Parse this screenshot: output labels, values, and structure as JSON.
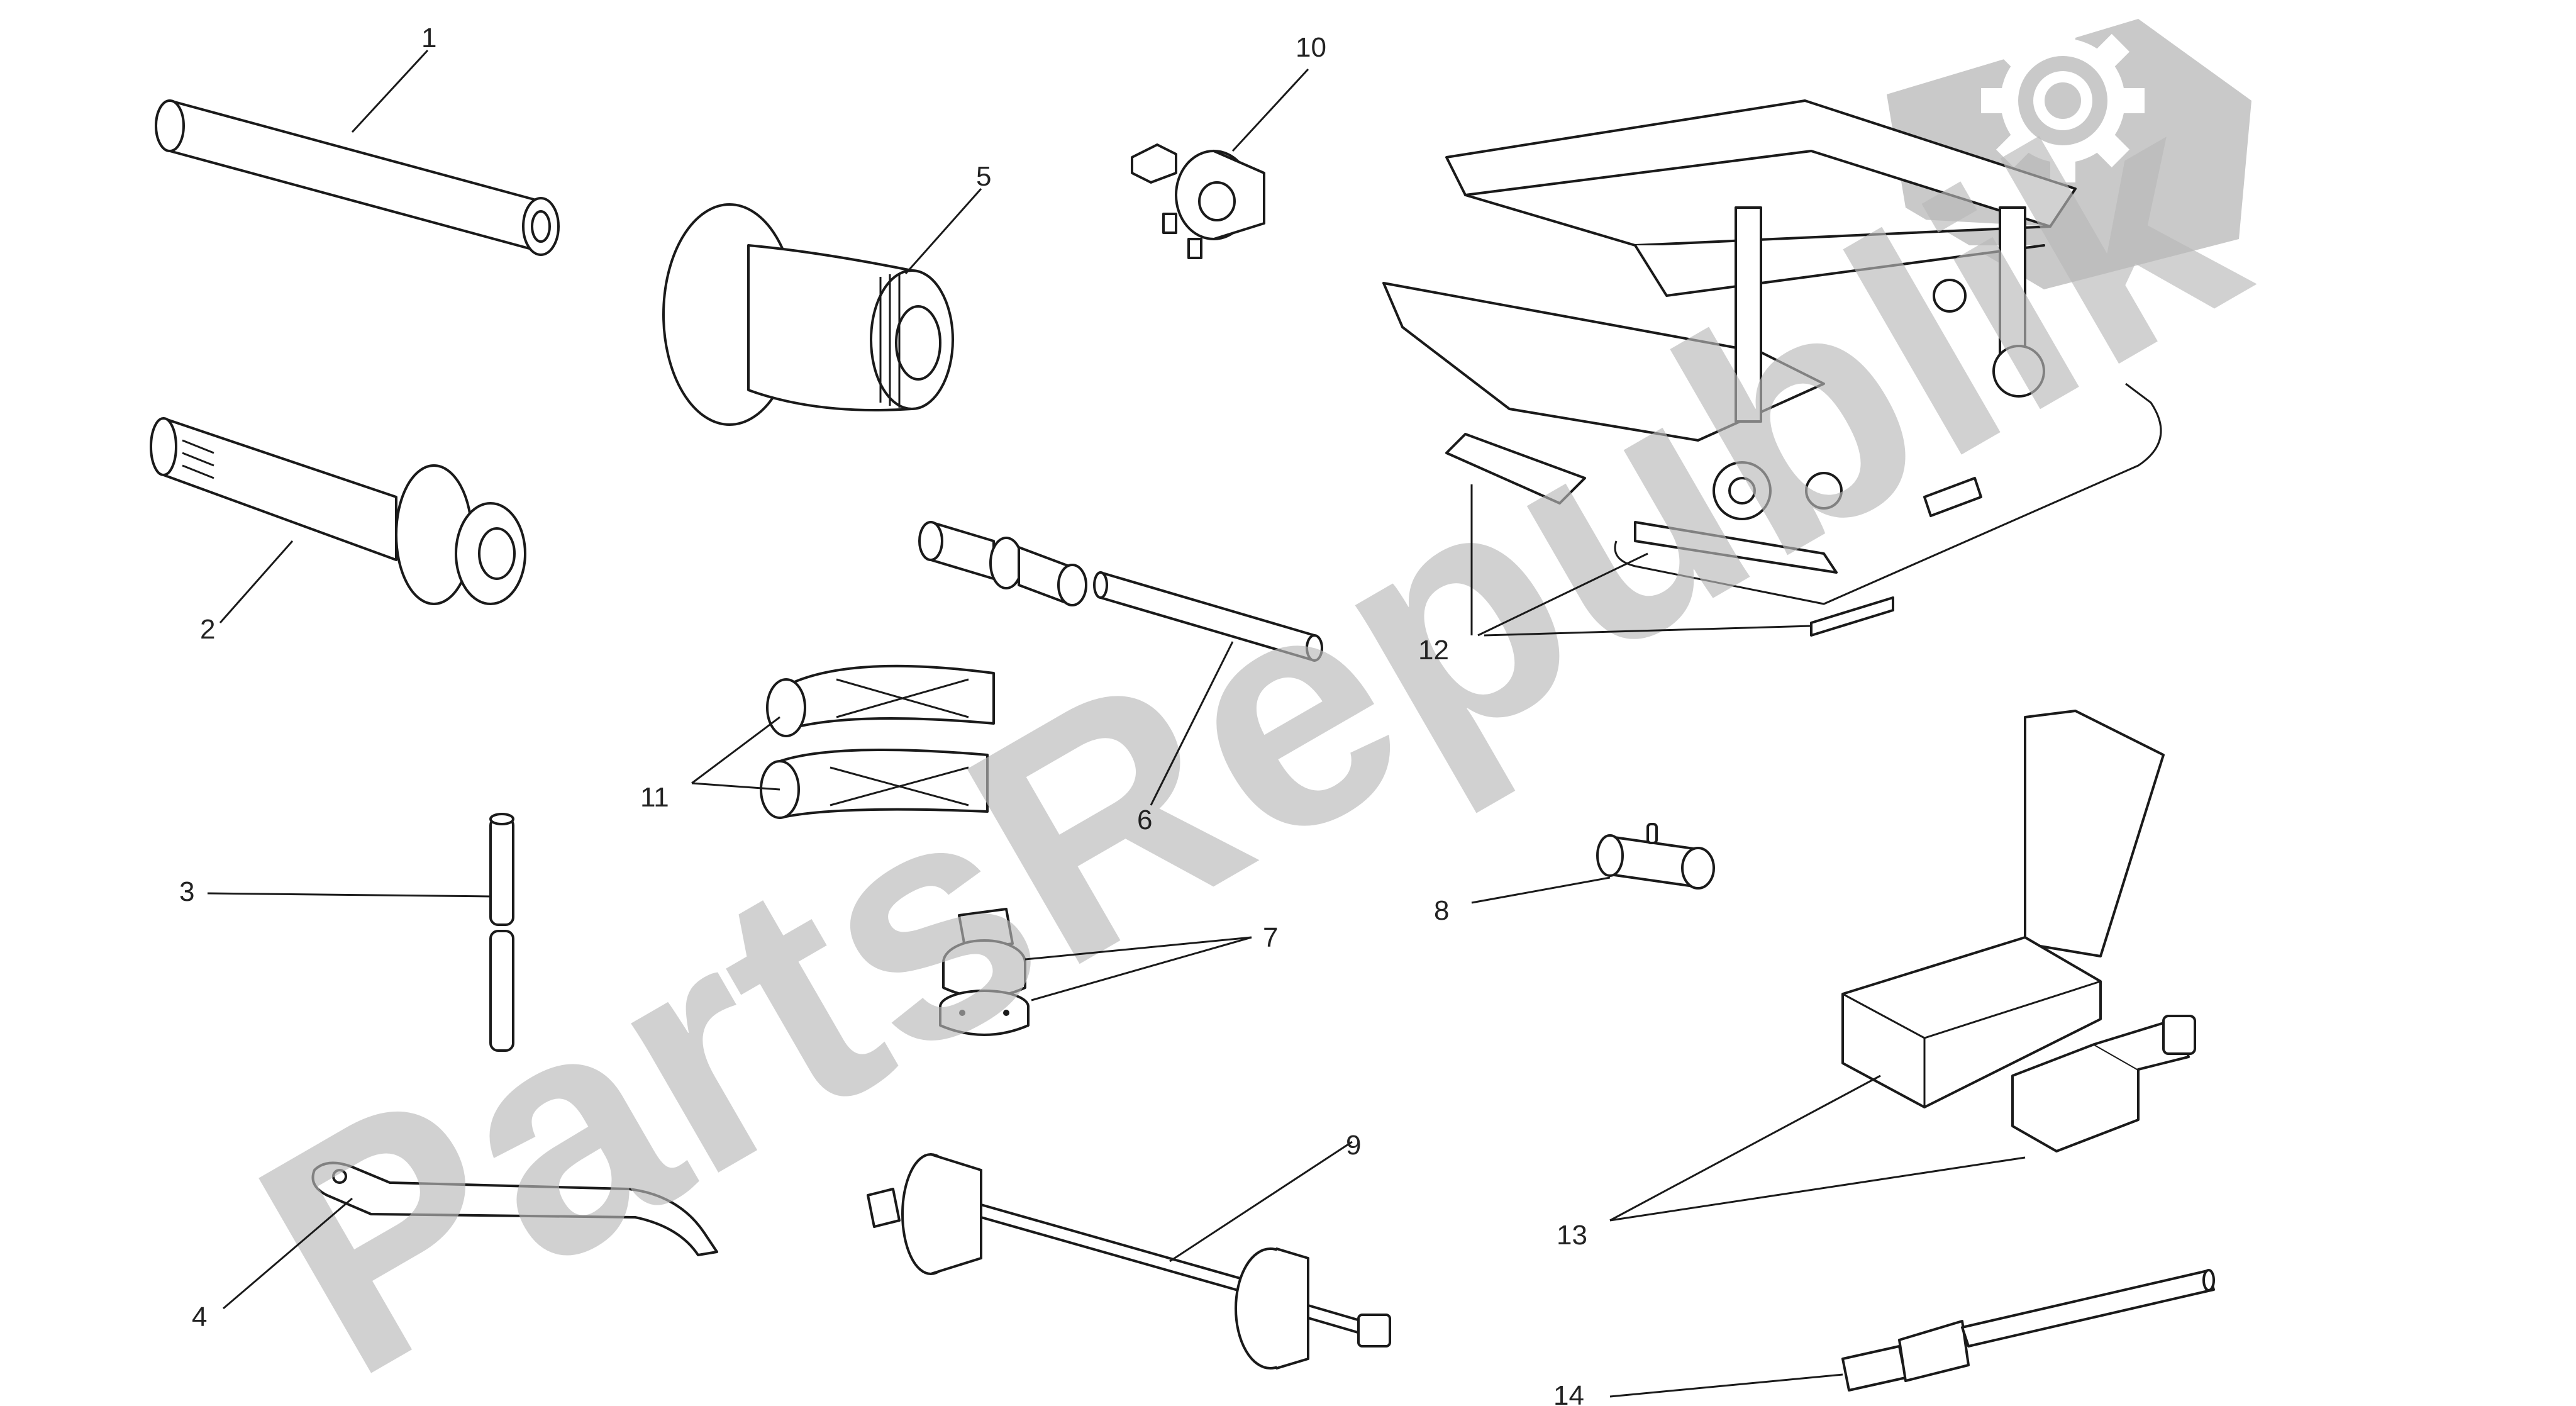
{
  "diagram": {
    "watermark_text": "PartsRepublik",
    "callouts": [
      "1",
      "2",
      "3",
      "4",
      "5",
      "6",
      "7",
      "8",
      "9",
      "10",
      "11",
      "12",
      "13",
      "14"
    ]
  },
  "logo": {
    "icon": "gear-icon",
    "color": "#c9c9c9"
  },
  "colors": {
    "line": "#1a1a1a",
    "watermark": "#b8b8b8",
    "background": "#ffffff"
  }
}
